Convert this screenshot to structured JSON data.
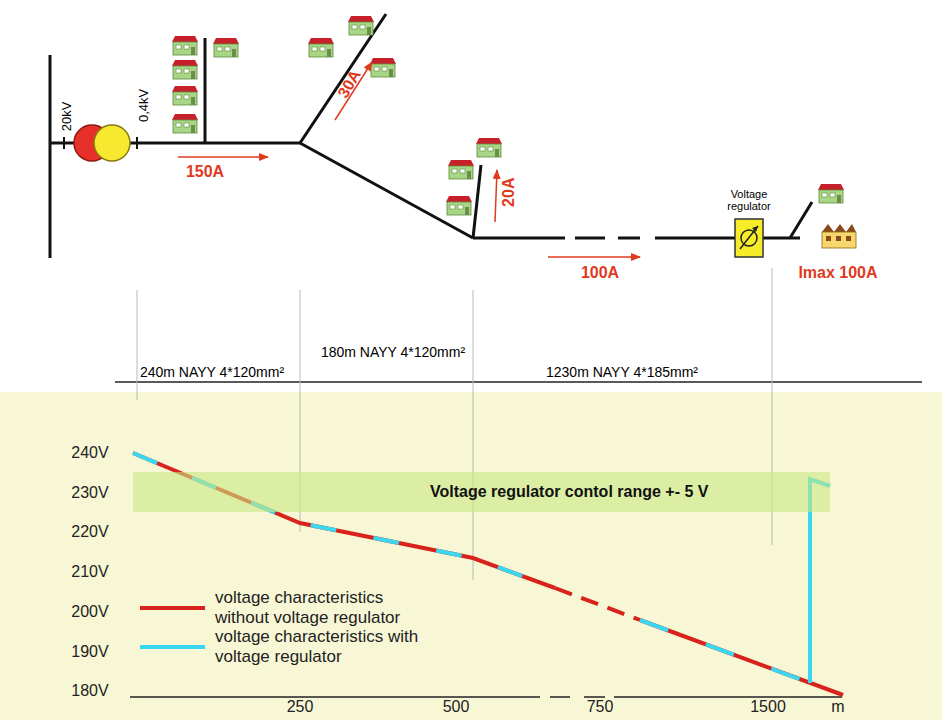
{
  "diagram": {
    "nodes": [
      {
        "text": [
          "Voltage regulator"
        ]
      },
      {
        "text": [
          "Voltage regulator contol range +- 5 V"
        ]
      }
    ],
    "labels": [
      "20kV",
      "0,4kV",
      "150A",
      "30A",
      "20A",
      "100A",
      "Imax 100A",
      "240m NAYY 4*120mm²",
      "180m NAYY 4*120mm²",
      "1230m NAYY 4*185mm²",
      "240V",
      "230V",
      "220V",
      "210V",
      "200V",
      "190V",
      "180V",
      "250",
      "500",
      "750",
      "1500",
      "m"
    ],
    "legend": [
      {
        "text": "voltage characteristics without voltage regulator"
      },
      {
        "text": "voltage characteristics with voltage regulator"
      }
    ]
  }
}
